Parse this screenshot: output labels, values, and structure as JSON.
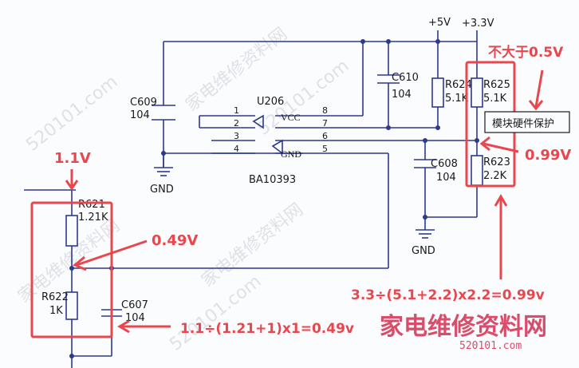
{
  "chip": {
    "ref": "U206",
    "part": "BA10393",
    "pins": [
      "1",
      "2",
      "3",
      "4",
      "8",
      "7",
      "6",
      "5"
    ],
    "vcc": "VCC",
    "gnd": "GND"
  },
  "rails": {
    "v5": "+5V",
    "v33": "+3.3V"
  },
  "components": {
    "c609": {
      "ref": "C609",
      "val": "104"
    },
    "c610": {
      "ref": "C610",
      "val": "104"
    },
    "r624": {
      "ref": "R624",
      "val": "5.1K"
    },
    "r625": {
      "ref": "R625",
      "val": "5.1K"
    },
    "r623": {
      "ref": "R623",
      "val": "2.2K"
    },
    "c608": {
      "ref": "C608",
      "val": "104"
    },
    "r621": {
      "ref": "R621",
      "val": "1.21K"
    },
    "r622": {
      "ref": "R622",
      "val": "1K"
    },
    "c607": {
      "ref": "C607",
      "val": "104"
    }
  },
  "grounds": [
    "GND",
    "GND"
  ],
  "annotations": {
    "v_in": "1.1V",
    "v_049": "0.49V",
    "v_099": "0.99V",
    "not_exceed": "不大于0.5V",
    "module_protect": "模块硬件保护",
    "formula_099": "3.3÷(5.1+2.2)x2.2=0.99v",
    "formula_049": "1.1÷(1.21+1)x1=0.49v"
  },
  "watermark": {
    "logo_text": "家电维修资料网",
    "logo_url": "520101.com",
    "repeat_cn": "家电维修资料网",
    "repeat_url": "520101.com"
  }
}
